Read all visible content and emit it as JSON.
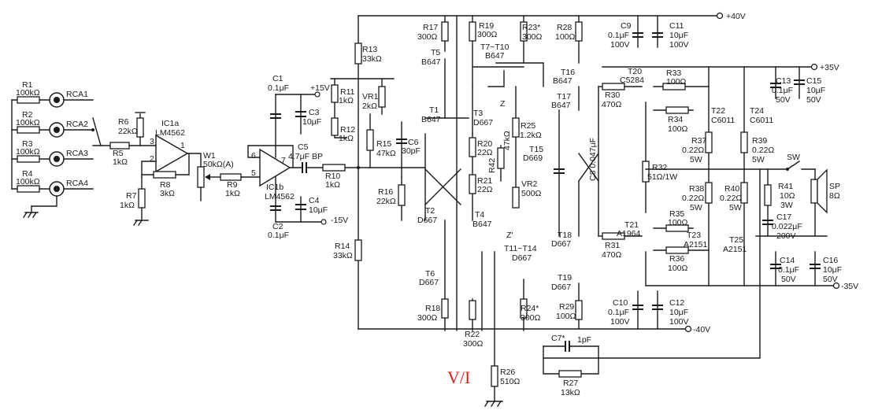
{
  "rails": {
    "pos40": "+40V",
    "neg40": "-40V",
    "pos35": "+35V",
    "neg35": "-35V",
    "pos15": "+15V",
    "neg15": "-15V"
  },
  "watermark": "V/I",
  "components": [
    {
      "id": "R1",
      "value": "100kΩ"
    },
    {
      "id": "R2",
      "value": "100kΩ"
    },
    {
      "id": "R3",
      "value": "100kΩ"
    },
    {
      "id": "R4",
      "value": "100kΩ"
    },
    {
      "id": "RCA1",
      "value": ""
    },
    {
      "id": "RCA2",
      "value": ""
    },
    {
      "id": "RCA3",
      "value": ""
    },
    {
      "id": "RCA4",
      "value": ""
    },
    {
      "id": "R5",
      "value": "1kΩ"
    },
    {
      "id": "R6",
      "value": "22kΩ"
    },
    {
      "id": "R7",
      "value": "1kΩ"
    },
    {
      "id": "R8",
      "value": "3kΩ"
    },
    {
      "id": "IC1a",
      "value": "LM4562"
    },
    {
      "id": "IC1b",
      "value": "LM4562"
    },
    {
      "id": "W1",
      "value": "50kΩ(A)"
    },
    {
      "id": "R9",
      "value": "1kΩ"
    },
    {
      "id": "C1",
      "value": "0.1μF"
    },
    {
      "id": "C2",
      "value": "0.1μF"
    },
    {
      "id": "C3",
      "value": "10μF"
    },
    {
      "id": "C4",
      "value": "10μF"
    },
    {
      "id": "C5",
      "value": "4.7μF BP"
    },
    {
      "id": "R10",
      "value": "1kΩ"
    },
    {
      "id": "R11",
      "value": "1kΩ"
    },
    {
      "id": "R12",
      "value": "1kΩ"
    },
    {
      "id": "VR1",
      "value": "2kΩ"
    },
    {
      "id": "R13",
      "value": "33kΩ"
    },
    {
      "id": "R14",
      "value": "33kΩ"
    },
    {
      "id": "R15",
      "value": "47kΩ"
    },
    {
      "id": "R16",
      "value": "22kΩ"
    },
    {
      "id": "C6",
      "value": "30pF"
    },
    {
      "id": "R17",
      "value": "300Ω"
    },
    {
      "id": "R18",
      "value": "300Ω"
    },
    {
      "id": "R19",
      "value": "300Ω"
    },
    {
      "id": "R20",
      "value": "22Ω"
    },
    {
      "id": "R21",
      "value": "22Ω"
    },
    {
      "id": "R22",
      "value": "300Ω"
    },
    {
      "id": "R23*",
      "value": "300Ω"
    },
    {
      "id": "R24*",
      "value": "300Ω"
    },
    {
      "id": "R25",
      "value": "1.2kΩ"
    },
    {
      "id": "R26",
      "value": "510Ω"
    },
    {
      "id": "R27",
      "value": "13kΩ"
    },
    {
      "id": "R28",
      "value": "100Ω"
    },
    {
      "id": "R29",
      "value": "100Ω"
    },
    {
      "id": "R30",
      "value": "470Ω"
    },
    {
      "id": "R31",
      "value": "470Ω"
    },
    {
      "id": "R32",
      "value": "51Ω/1W"
    },
    {
      "id": "R33",
      "value": "100Ω"
    },
    {
      "id": "R34",
      "value": "100Ω"
    },
    {
      "id": "R35",
      "value": "100Ω"
    },
    {
      "id": "R36",
      "value": "100Ω"
    },
    {
      "id": "R37",
      "value": "0.22Ω"
    },
    {
      "id": "R38",
      "value": "0.22Ω"
    },
    {
      "id": "R39",
      "value": "0.22Ω"
    },
    {
      "id": "R40",
      "value": "0.22Ω"
    },
    {
      "id": "R41",
      "value": "10Ω"
    },
    {
      "id": "R42",
      "value": "47kΩ"
    },
    {
      "id": "VR2",
      "value": "500Ω"
    },
    {
      "id": "C7*",
      "value": "1pF"
    },
    {
      "id": "C8",
      "value": "0.047μF"
    },
    {
      "id": "C9",
      "value": "0.1μF"
    },
    {
      "id": "C10",
      "value": "0.1μF"
    },
    {
      "id": "C11",
      "value": "10μF"
    },
    {
      "id": "C12",
      "value": "10μF"
    },
    {
      "id": "C13",
      "value": "0.1μF"
    },
    {
      "id": "C14",
      "value": "0.1μF"
    },
    {
      "id": "C15",
      "value": "10μF"
    },
    {
      "id": "C16",
      "value": "10μF"
    },
    {
      "id": "C17",
      "value": "0.022μF"
    },
    {
      "id": "T1",
      "value": "B647"
    },
    {
      "id": "T2",
      "value": "D667"
    },
    {
      "id": "T3",
      "value": "D667"
    },
    {
      "id": "T4",
      "value": "B647"
    },
    {
      "id": "T5",
      "value": "B647"
    },
    {
      "id": "T6",
      "value": "D667"
    },
    {
      "id": "T7~T10",
      "value": "B647"
    },
    {
      "id": "T11~T14",
      "value": "D667"
    },
    {
      "id": "T15",
      "value": "D669"
    },
    {
      "id": "T16",
      "value": "B647"
    },
    {
      "id": "T17",
      "value": "B647"
    },
    {
      "id": "T18",
      "value": "D667"
    },
    {
      "id": "T19",
      "value": "D667"
    },
    {
      "id": "T20",
      "value": "C5284"
    },
    {
      "id": "T21",
      "value": "A1964"
    },
    {
      "id": "T22",
      "value": "C6011"
    },
    {
      "id": "T23",
      "value": "A2151"
    },
    {
      "id": "T24",
      "value": "C6011"
    },
    {
      "id": "T25",
      "value": "A2151"
    },
    {
      "id": "SW",
      "value": ""
    },
    {
      "id": "SP",
      "value": "8Ω"
    },
    {
      "id": "Z",
      "value": ""
    },
    {
      "id": "Z'",
      "value": ""
    }
  ],
  "labels": {
    "R1": "R1",
    "R1v": "100kΩ",
    "R2": "R2",
    "R2v": "100kΩ",
    "R3": "R3",
    "R3v": "100kΩ",
    "R4": "R4",
    "R4v": "100kΩ",
    "RCA1": "RCA1",
    "RCA2": "RCA2",
    "RCA3": "RCA3",
    "RCA4": "RCA4",
    "R5": "R5",
    "R5v": "1kΩ",
    "R6": "R6",
    "R6v": "22kΩ",
    "R7": "R7",
    "R7v": "1kΩ",
    "R8": "R8",
    "R8v": "3kΩ",
    "IC1a": "IC1a",
    "IC1av": "LM4562",
    "IC1b": "IC1b",
    "IC1bv": "LM4562",
    "W1": "W1",
    "W1v": "50kΩ(A)",
    "R9": "R9",
    "R9v": "1kΩ",
    "C1": "C1",
    "C1v": "0.1μF",
    "C2": "C2",
    "C2v": "0.1μF",
    "C3": "C3",
    "C3v": "10μF",
    "C4": "C4",
    "C4v": "10μF",
    "C5": "C5",
    "C5v": "4.7μF BP",
    "R10": "R10",
    "R10v": "1kΩ",
    "R11": "R11",
    "R11v": "1kΩ",
    "R12": "R12",
    "R12v": "1kΩ",
    "VR1": "VR1",
    "VR1v": "2kΩ",
    "R13": "R13",
    "R13v": "33kΩ",
    "R14": "R14",
    "R14v": "33kΩ",
    "R15": "R15",
    "R15v": "47kΩ",
    "R16": "R16",
    "R16v": "22kΩ",
    "C6": "C6",
    "C6v": "30pF",
    "R17": "R17",
    "R17v": "300Ω",
    "R18": "R18",
    "R18v": "300Ω",
    "R19": "R19",
    "R19v": "300Ω",
    "R20": "R20",
    "R20v": "22Ω",
    "R21": "R21",
    "R21v": "22Ω",
    "R22": "R22",
    "R22v": "300Ω",
    "R23": "R23*",
    "R23v": "300Ω",
    "R24": "R24*",
    "R24v": "300Ω",
    "R25": "R25",
    "R25v": "1.2kΩ",
    "R26": "R26",
    "R26v": "510Ω",
    "R27": "R27",
    "R27v": "13kΩ",
    "R28": "R28",
    "R28v": "100Ω",
    "R29": "R29",
    "R29v": "100Ω",
    "R30": "R30",
    "R30v": "470Ω",
    "R31": "R31",
    "R31v": "470Ω",
    "R32": "R32",
    "R32v": "51Ω/1W",
    "R33": "R33",
    "R33v": "100Ω",
    "R34": "R34",
    "R34v": "100Ω",
    "R35": "R35",
    "R35v": "100Ω",
    "R36": "R36",
    "R36v": "100Ω",
    "R37": "R37",
    "R37v": "0.22Ω",
    "R37w": "5W",
    "R38": "R38",
    "R38v": "0.22Ω",
    "R38w": "5W",
    "R39": "R39",
    "R39v": "0.22Ω",
    "R39w": "5W",
    "R40": "R40",
    "R40v": "0.22Ω",
    "R40w": "5W",
    "R41": "R41",
    "R41v": "10Ω",
    "R41w": "3W",
    "R42": "R42",
    "R42v": "47kΩ",
    "VR2": "VR2",
    "VR2v": "500Ω",
    "C7": "C7*",
    "C7v": "1pF",
    "C8": "C8 0.047μF",
    "C9": "C9",
    "C9v": "0.1μF",
    "C9w": "100V",
    "C10": "C10",
    "C10v": "0.1μF",
    "C10w": "100V",
    "C11": "C11",
    "C11v": "10μF",
    "C11w": "100V",
    "C12": "C12",
    "C12v": "10μF",
    "C12w": "100V",
    "C13": "C13",
    "C13v": "0.1μF",
    "C13w": "50V",
    "C14": "C14",
    "C14v": "0.1μF",
    "C14w": "50V",
    "C15": "C15",
    "C15v": "10μF",
    "C15w": "50V",
    "C16": "C16",
    "C16v": "10μF",
    "C16w": "50V",
    "C17": "C17",
    "C17v": "0.022μF",
    "C17w": "200V",
    "T1": "T1",
    "T1v": "B647",
    "T2": "T2",
    "T2v": "D667",
    "T3": "T3",
    "T3v": "D667",
    "T4": "T4",
    "T4v": "B647",
    "T5": "T5",
    "T5v": "B647",
    "T6": "T6",
    "T6v": "D667",
    "T7": "T7~T10",
    "T7v": "B647",
    "T11": "T11~T14",
    "T11v": "D667",
    "T15": "T15",
    "T15v": "D669",
    "T16": "T16",
    "T16v": "B647",
    "T17": "T17",
    "T17v": "B647",
    "T18": "T18",
    "T18v": "D667",
    "T19": "T19",
    "T19v": "D667",
    "T20": "T20",
    "T20v": "C5284",
    "T21": "T21",
    "T21v": "A1964",
    "T22": "T22",
    "T22v": "C6011",
    "T23": "T23",
    "T23v": "A2151",
    "T24": "T24",
    "T24v": "C6011",
    "T25": "T25",
    "T25v": "A2151",
    "SW": "SW",
    "SP": "SP",
    "SPv": "8Ω",
    "Z": "Z",
    "Zp": "Z'",
    "pin1": "1",
    "pin2": "2",
    "pin3": "3",
    "pin5": "5",
    "pin6": "6",
    "pin7": "7"
  }
}
